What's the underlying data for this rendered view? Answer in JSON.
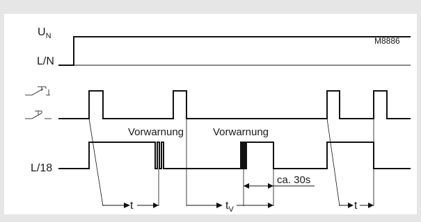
{
  "diagram": {
    "code": "M8886",
    "labels": {
      "un_main": "U",
      "un_sub": "N",
      "ln": "L/N",
      "l18": "L/18",
      "warn1": "Vorwarnung",
      "warn2": "Vorwarnung",
      "t1": "t",
      "tv_main": "t",
      "tv_sub": "V",
      "ca": "ca. 30s",
      "t2": "t"
    },
    "icons": {
      "switch_upper": "pushbutton-symbol-icon",
      "switch_lower": "pushbutton-symbol-icon"
    }
  }
}
